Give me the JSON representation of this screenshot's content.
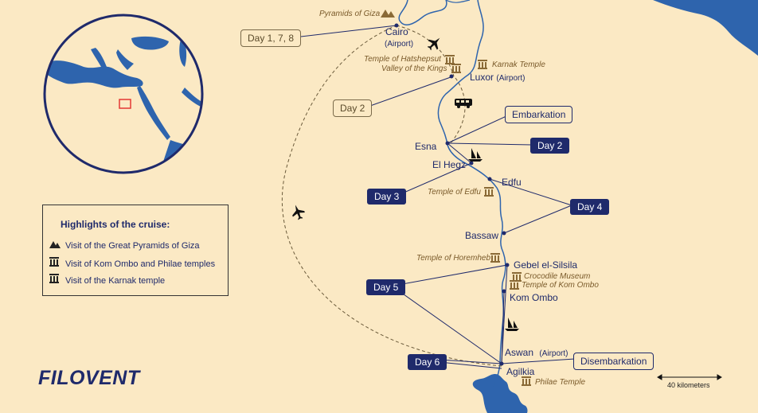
{
  "cities": {
    "cairo": {
      "name": "Cairo",
      "note": "(Airport)"
    },
    "luxor": {
      "name": "Luxor",
      "note": "(Airport)"
    },
    "esna": {
      "name": "Esna"
    },
    "el_hegz": {
      "name": "El Hegz"
    },
    "edfu": {
      "name": "Edfu"
    },
    "bassaw": {
      "name": "Bassaw"
    },
    "gebel": {
      "name": "Gebel el-Silsila"
    },
    "kom_ombo": {
      "name": "Kom Ombo"
    },
    "aswan": {
      "name": "Aswan",
      "note": "(Airport)"
    },
    "agilkia": {
      "name": "Agilkia"
    }
  },
  "sites": {
    "pyramids": "Pyramids of Giza",
    "hatshepsut": "Temple of Hatshepsut",
    "valley": "Valley of the Kings",
    "karnak": "Karnak Temple",
    "edfu_temple": "Temple of Edfu",
    "horemheb": "Temple of Horemheb",
    "crocodile": "Crocodile Museum",
    "kom_ombo_temple": "Temple of Kom Ombo",
    "philae": "Philae Temple"
  },
  "callouts": {
    "day_1_7_8": "Day 1, 7, 8",
    "day_2_left": "Day 2",
    "embarkation": "Embarkation",
    "day_2_right": "Day 2",
    "day_3": "Day 3",
    "day_4": "Day 4",
    "day_5": "Day 5",
    "day_6": "Day 6",
    "disembarkation": "Disembarkation"
  },
  "legend": {
    "title": "Highlights of the cruise:",
    "items": [
      {
        "icon": "pyramid-icon",
        "label": "Visit of the Great Pyramids of Giza"
      },
      {
        "icon": "temple-icon",
        "label": "Visit of Kom Ombo and Philae temples"
      },
      {
        "icon": "temple-icon",
        "label": "Visit of the Karnak temple"
      }
    ]
  },
  "logo": "FILOVENT",
  "scale": "40 kilometers",
  "colors": {
    "land": "#fbe9c4",
    "water": "#2e64ad",
    "navy": "#1f2a6b",
    "site_text": "#7a5a2a",
    "inset_highlight": "#e53935"
  }
}
